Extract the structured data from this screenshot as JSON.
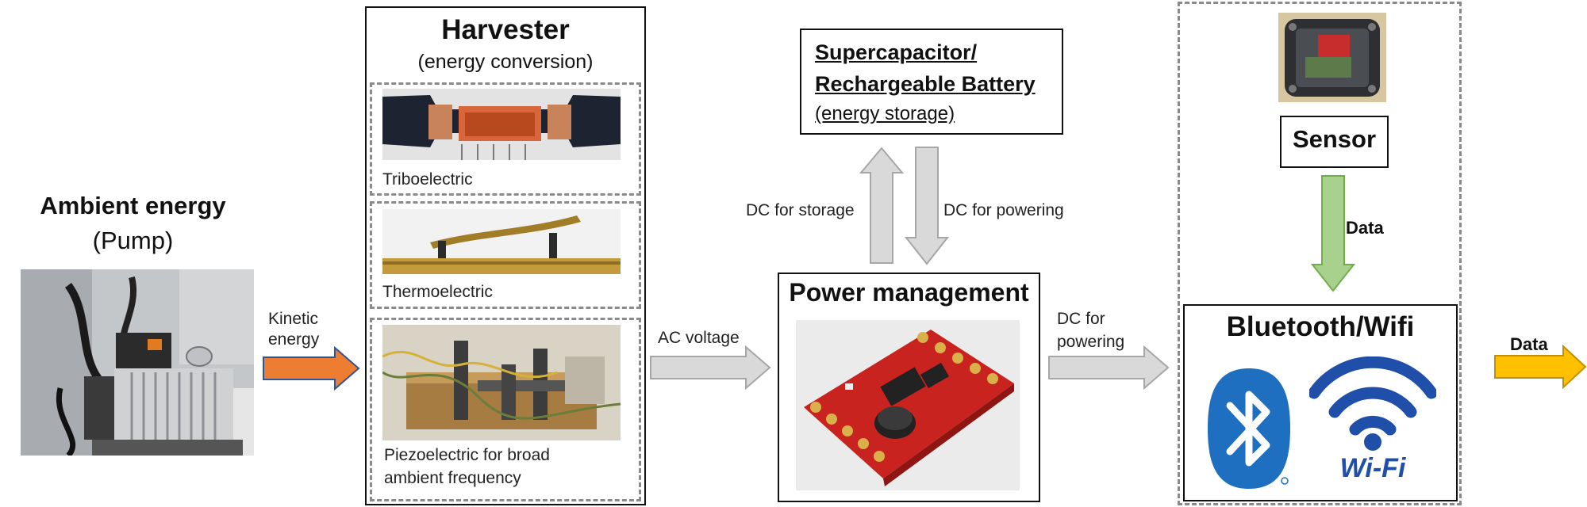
{
  "ambient": {
    "title": "Ambient energy",
    "subtitle": "(Pump)"
  },
  "arrow1": {
    "label": "Kinetic\nenergy",
    "color": "#ED7D31"
  },
  "harvester": {
    "title": "Harvester",
    "subtitle": "(energy conversion)",
    "panels": [
      {
        "label": "Triboelectric"
      },
      {
        "label": "Thermoelectric"
      },
      {
        "label": "Piezoelectric for broad\nambient frequency"
      }
    ]
  },
  "arrow2": {
    "label": "AC voltage",
    "color": "#D9D9D9"
  },
  "storage": {
    "line1": "Supercapacitor/",
    "line2": "Rechargeable Battery",
    "line3": "(energy storage)"
  },
  "storage_arrows": {
    "up_label": "DC for storage",
    "down_label": "DC for powering",
    "color": "#D9D9D9"
  },
  "power": {
    "title": "Power management"
  },
  "arrow3": {
    "label": "DC for\npowering",
    "color": "#D9D9D9"
  },
  "sensor": {
    "title": "Sensor"
  },
  "data_arrow_down": {
    "label": "Data",
    "color": "#A9D18E"
  },
  "wireless": {
    "title": "Bluetooth/Wifi",
    "wifi_text": "Wi-Fi",
    "bluetooth_color": "#1E6FC0",
    "wifi_color": "#1F4FA8"
  },
  "data_arrow_out": {
    "label": "Data",
    "color": "#FFC000"
  }
}
